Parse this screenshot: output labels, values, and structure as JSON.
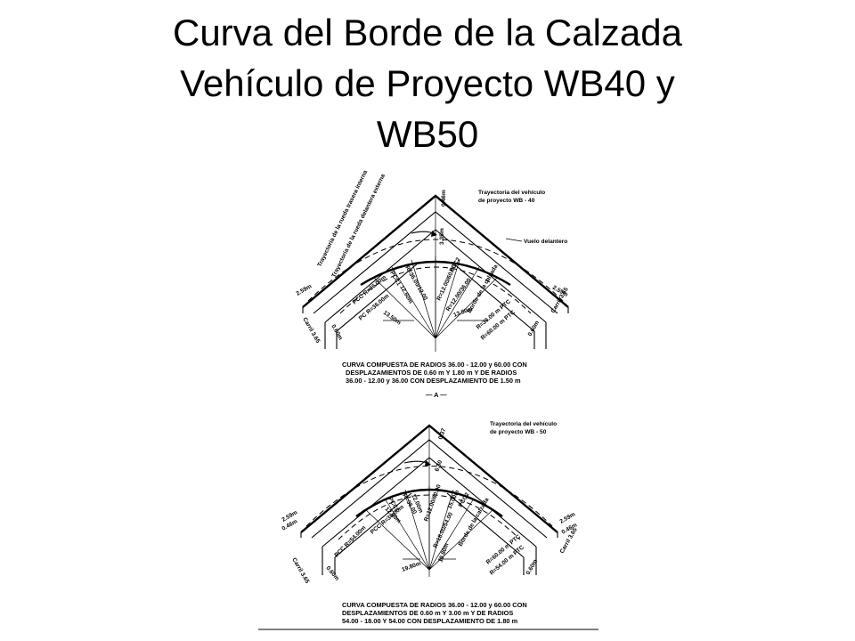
{
  "title": {
    "line1": "Curva del Borde de la Calzada",
    "line2": "Vehículo de Proyecto WB40 y",
    "line3": "WB50"
  },
  "figure_a": {
    "label_trayectoria": "Trayectoria del vehículo de proyecto WB - 40",
    "label_trayectoria_l1": "Trayectoria del vehículo",
    "label_trayectoria_l2": "de proyecto WB - 40",
    "label_vuelo": "Vuelo delantero",
    "label_rueda_trasera": "Trayectoria de la rueda trasera interna",
    "label_rueda_delantera": "Trayectoria de la rueda delantera externa",
    "label_borde": "Borde de la calzada",
    "dim_046": "0.46m",
    "dim_335": "3.35m",
    "dim_259_left": "2.59m",
    "dim_259_right": "2.59m",
    "carril_left": "Carril 3.65",
    "carril_right": "Carril 3.65",
    "dim_060_left": "0.60m",
    "dim_060_right": "0.60m",
    "pcc_r36": "PCC R=36.00m",
    "pc_r36": "PC R=36.00m",
    "ptc_r36": "R=36.00 m PTC",
    "ptc_r60": "R=60.00 m PTC",
    "d_1260": "12.60m",
    "d_1350_left": "13.50m",
    "d_1350_right": "13.50m",
    "r_1200_6000": "R=12.00/60.00",
    "r_1200_3600": "R=12.00/36.00",
    "r_3600_1200": "R=36.00/12.00",
    "pcc1": "PCC1",
    "pcc2": "PCC2",
    "caption_l1": "CURVA COMPUESTA DE RADIOS 36.00 - 12.00 y 60.00 CON",
    "caption_l2": "DESPLAZAMIENTOS DE 0.60 m Y 1.80 m Y DE RADIOS",
    "caption_l3": "36.00 - 12.00 y 36.00 CON DESPLAZAMIENTO DE 1.50 m",
    "marker": "— A —"
  },
  "figure_b": {
    "label_trayectoria_l1": "Trayectoria del vehículo",
    "label_trayectoria_l2": "de proyecto WB - 50",
    "label_borde": "Borde de la calzada",
    "dim_037": "0.37",
    "dim_630": "6.30",
    "dim_259_left": "2.59m",
    "dim_046_left": "0.46m",
    "dim_259_right": "2.59m",
    "dim_046_right": "0.46m",
    "carril_left": "Carril 3.65",
    "carril_right": "Carril 3.65",
    "dim_060_left": "0.60m",
    "dim_060_right": "0.60m",
    "pcc_r54": "PCC R=54.00m",
    "pcc_r36": "PCC R=36.00m",
    "ptc_r60": "R=60.00 m PTC",
    "ptc_r54": "R=54.00 m PTC",
    "d_1260": "12.60m",
    "d_1200": "12.00m",
    "d_1500": "15.00m",
    "d_1980_left": "19.80m",
    "d_1980_right": "19.80m",
    "r_1800_5400": "R=18.00/54.00",
    "r_1200_6000": "R=12.00/60.00",
    "r_3600": "R=36.00",
    "pcc1": "PCC1",
    "pcc2": "PCC2",
    "caption_l1": "CURVA COMPUESTA DE RADIOS 36.00 - 12.00 y 60.00 CON",
    "caption_l2": "DESPLAZAMIENTOS DE 0.60 m Y 3.00 m Y DE RADIOS",
    "caption_l3": "54.00 - 18.00 Y 54.00 CON DESPLAZAMIENTO DE 1.80 m"
  }
}
